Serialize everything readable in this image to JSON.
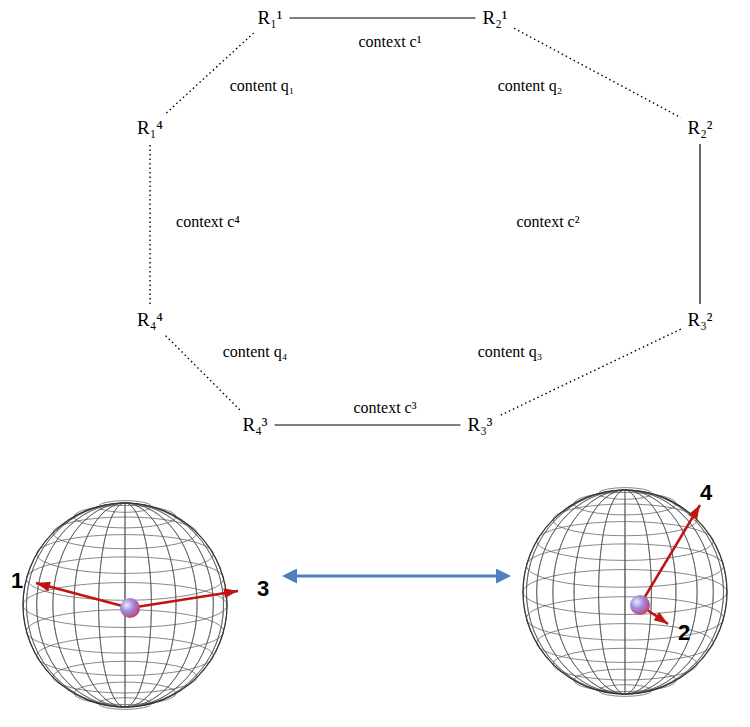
{
  "diagram": {
    "nodes": [
      {
        "text": [
          "R₁¹"
        ]
      },
      {
        "text": [
          "R₂¹"
        ]
      },
      {
        "text": [
          "R₁⁴"
        ]
      },
      {
        "text": [
          "R₂²"
        ]
      },
      {
        "text": [
          "R₄⁴"
        ]
      },
      {
        "text": [
          "R₃²"
        ]
      },
      {
        "text": [
          "R₄³"
        ]
      },
      {
        "text": [
          "R₃³"
        ]
      }
    ],
    "edges": [
      {
        "from": 0,
        "to": 1,
        "arrow": "none",
        "label": "context c¹"
      },
      {
        "from": 1,
        "to": 3,
        "arrow": "none",
        "label": "content q₂"
      },
      {
        "from": 3,
        "to": 5,
        "arrow": "none",
        "label": "context c²"
      },
      {
        "from": 5,
        "to": 7,
        "arrow": "none",
        "label": "content q₃"
      },
      {
        "from": 7,
        "to": 6,
        "arrow": "none",
        "label": "context c³"
      },
      {
        "from": 6,
        "to": 4,
        "arrow": "none",
        "label": "content q₄"
      },
      {
        "from": 4,
        "to": 2,
        "arrow": "none",
        "label": "context c⁴"
      },
      {
        "from": 2,
        "to": 0,
        "arrow": "none",
        "label": "content q₁"
      }
    ],
    "labels": [
      "1",
      "3",
      "4",
      "2"
    ]
  }
}
